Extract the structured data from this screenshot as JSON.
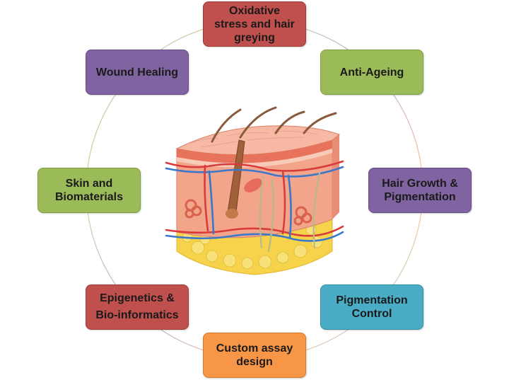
{
  "diagram": {
    "nodes": [
      {
        "id": "oxidative",
        "label": "Oxidative\nstress and hair\ngreying",
        "color": "#c0504d"
      },
      {
        "id": "antiageing",
        "label": "Anti-Ageing",
        "color": "#9bbb59"
      },
      {
        "id": "hair",
        "label": "Hair Growth &\nPigmentation",
        "color": "#8064a2"
      },
      {
        "id": "pigctrl",
        "label": "Pigmentation\nControl",
        "color": "#4bacc6"
      },
      {
        "id": "assay",
        "label": "Custom assay\ndesign",
        "color": "#f79646"
      },
      {
        "id": "epigen",
        "label": "Epigenetics &\nBio-informatics",
        "color": "#c0504d"
      },
      {
        "id": "skin",
        "label": "Skin and\nBiomaterials",
        "color": "#9bbb59"
      },
      {
        "id": "wound",
        "label": "Wound Healing",
        "color": "#8064a2"
      }
    ],
    "center_image": "skin-cross-section-illustration"
  }
}
